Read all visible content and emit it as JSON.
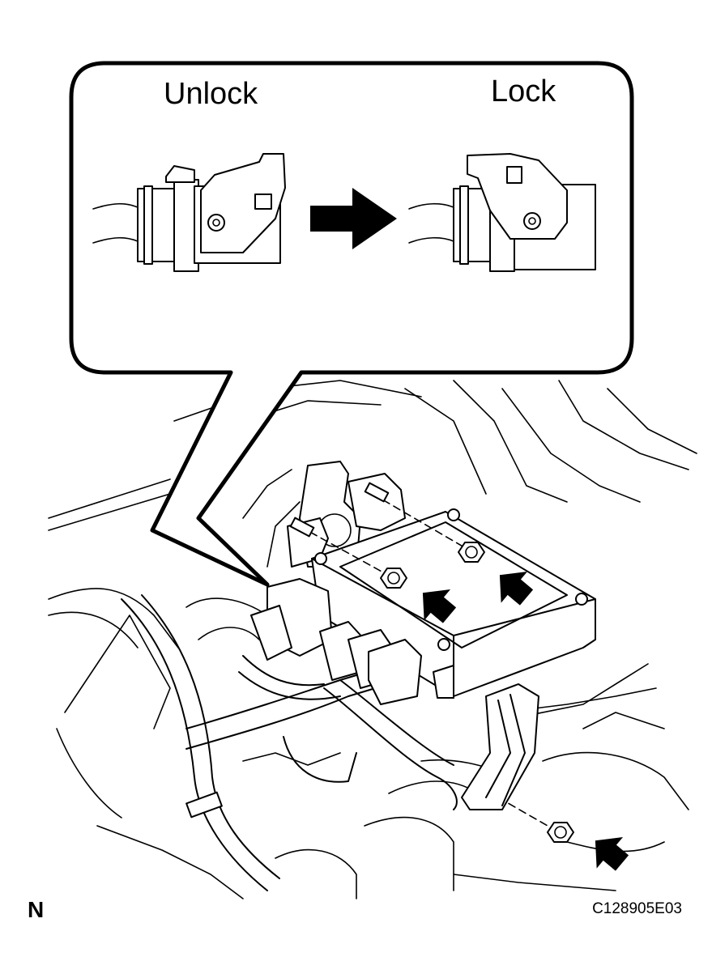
{
  "callout": {
    "unlock_label": "Unlock",
    "lock_label": "Lock"
  },
  "orientation_mark": "N",
  "figure_code": "C128905E03",
  "icons": [
    "unlock-connector-icon",
    "arrow-right-icon",
    "lock-connector-icon",
    "install-arrow-icon",
    "nut-icon",
    "bolt-icon"
  ]
}
